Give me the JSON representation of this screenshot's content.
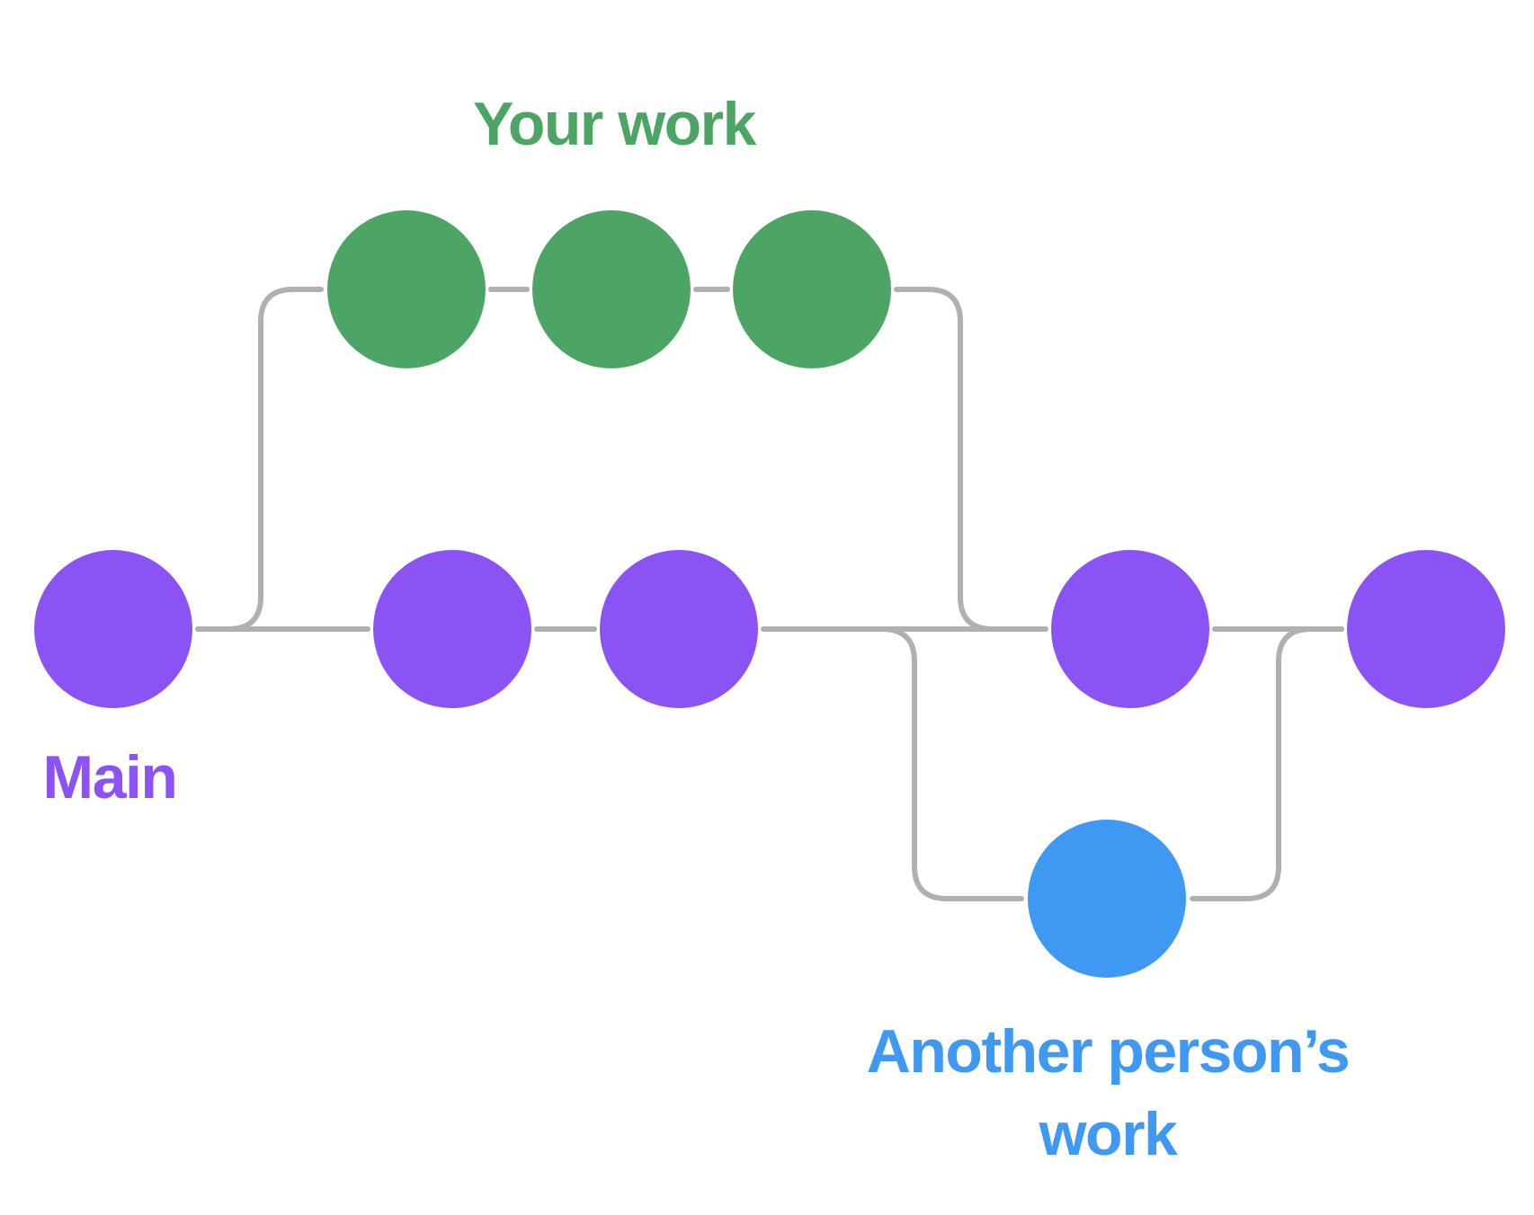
{
  "diagram": {
    "type": "git-branch-graph",
    "background": "#ffffff",
    "branches": {
      "main": {
        "label": "Main",
        "commit_count": 5
      },
      "your_work": {
        "label": "Your work",
        "commit_count": 3
      },
      "another_persons_work": {
        "label": "Another person’s work",
        "label_lines": [
          "Another person’s",
          "work"
        ],
        "commit_count": 1
      }
    },
    "colors": {
      "main_purple": "#8B52F4",
      "your_work_green": "#4CA564",
      "other_work_blue": "#3F98F2",
      "connector_gray": "#B0B0B0"
    }
  }
}
